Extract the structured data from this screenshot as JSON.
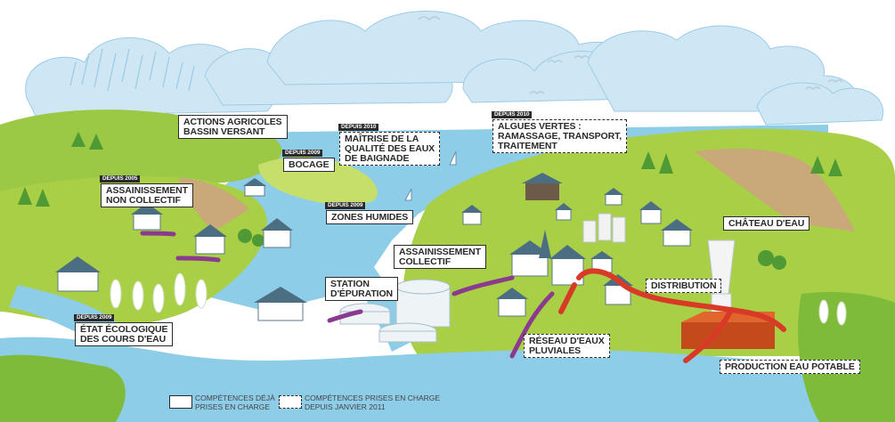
{
  "labels": {
    "actions_agricoles": {
      "text": "ACTIONS AGRICOLES\nBASSIN VERSANT",
      "since": ""
    },
    "maitrise": {
      "text": "MAÎTRISE DE LA\nQUALITÉ DES EAUX\nDE BAIGNADE",
      "since": "DEPUIS 2010"
    },
    "bocage": {
      "text": "BOCAGE",
      "since": "DEPUIS 2009"
    },
    "algues": {
      "text": "ALGUES VERTES :\nRAMASSAGE, TRANSPORT,\nTRAITEMENT",
      "since": "DEPUIS 2010"
    },
    "anc": {
      "text": "ASSAINISSEMENT\nNON COLLECTIF",
      "since": "DEPUIS 2005"
    },
    "zones_humides": {
      "text": "ZONES HUMIDES",
      "since": "DEPUIS 2009"
    },
    "chateau": {
      "text": "CHÂTEAU D'EAU",
      "since": ""
    },
    "assainissement_collectif": {
      "text": "ASSAINISSEMENT\nCOLLECTIF",
      "since": ""
    },
    "station": {
      "text": "STATION\nD'ÉPURATION",
      "since": ""
    },
    "distribution": {
      "text": "DISTRIBUTION",
      "since": ""
    },
    "etat": {
      "text": "ÉTAT ÉCOLOGIQUE\nDES COURS D'EAU",
      "since": "DEPUIS 2009"
    },
    "reseau": {
      "text": "RÉSEAU D'EAUX\nPLUVIALES",
      "since": ""
    },
    "production": {
      "text": "PRODUCTION EAU POTABLE",
      "since": ""
    }
  },
  "legend": {
    "existing": "COMPÉTENCES DÉJÀ\nPRISES EN CHARGE",
    "new": "COMPÉTENCES  PRISES EN CHARGE\nDEPUIS JANVIER 2011"
  },
  "colors": {
    "sky_cloud": "#b9dcef",
    "water": "#8ecde8",
    "water_dark": "#5fb1da",
    "grass": "#a8cf45",
    "grass_dark": "#6fae38",
    "pipe_red": "#d93a28",
    "pipe_purple": "#8a3a8f",
    "label_border": "#2b2b2b"
  }
}
